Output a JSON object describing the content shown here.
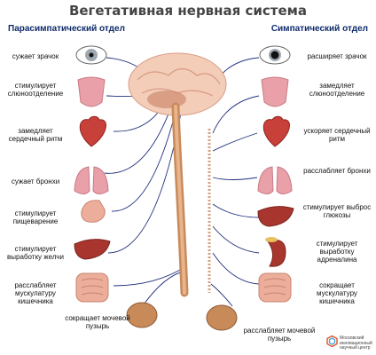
{
  "title": "Вегетативная нервная система",
  "left_header": "Парасимпатический отдел",
  "right_header": "Симпатический отдел",
  "left_items": [
    {
      "label": "сужает зрачок",
      "icon": "eye-icon"
    },
    {
      "label": "стимулирует слюноотделение",
      "icon": "tongue-icon"
    },
    {
      "label": "замедляет сердечный ритм",
      "icon": "heart-icon"
    },
    {
      "label": "сужает бронхи",
      "icon": "lungs-icon"
    },
    {
      "label": "стимулирует пищеварение",
      "icon": "stomach-icon"
    },
    {
      "label": "стимулирует выработку желчи",
      "icon": "liver-icon"
    },
    {
      "label": "расслабляет мускулатуру кишечника",
      "icon": "intestine-icon"
    },
    {
      "label": "сокращает мочевой пузырь",
      "icon": "bladder-icon"
    }
  ],
  "right_items": [
    {
      "label": "расширяет зрачок",
      "icon": "eye-icon"
    },
    {
      "label": "замедляет слюноотделение",
      "icon": "tongue-icon"
    },
    {
      "label": "ускоряет сердечный ритм",
      "icon": "heart-icon"
    },
    {
      "label": "расслабляет бронхи",
      "icon": "lungs-icon"
    },
    {
      "label": "стимулирует выброс глюкозы",
      "icon": "liver-icon"
    },
    {
      "label": "стимулирует выработку адреналина",
      "icon": "kidney-icon"
    },
    {
      "label": "сокращает мускулатуру кишечника",
      "icon": "intestine-icon"
    },
    {
      "label": "расслабляет мочевой пузырь",
      "icon": "bladder-icon"
    }
  ],
  "logo_text": "Московский инновационный научный центр",
  "colors": {
    "title": "#444444",
    "header": "#0e2a6b",
    "nerve_line": "#1f2f7a",
    "spinal_cord": "#c98a5a",
    "brain": "#f3cdb8",
    "organ_red": "#c8403a",
    "organ_pink": "#e9a0a8"
  }
}
